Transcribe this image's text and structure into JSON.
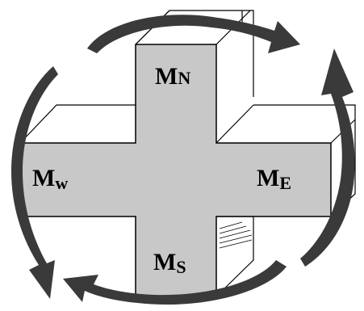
{
  "labels": {
    "north": {
      "main": "M",
      "sub": "N"
    },
    "west": {
      "main": "M",
      "sub": "w"
    },
    "east": {
      "main": "M",
      "sub": "E"
    },
    "south": {
      "main": "M",
      "sub": "S"
    }
  },
  "colors": {
    "face": "#c8c8c8",
    "edge": "#000000",
    "arrow": "#3a3a3a",
    "background": "#ffffff"
  }
}
